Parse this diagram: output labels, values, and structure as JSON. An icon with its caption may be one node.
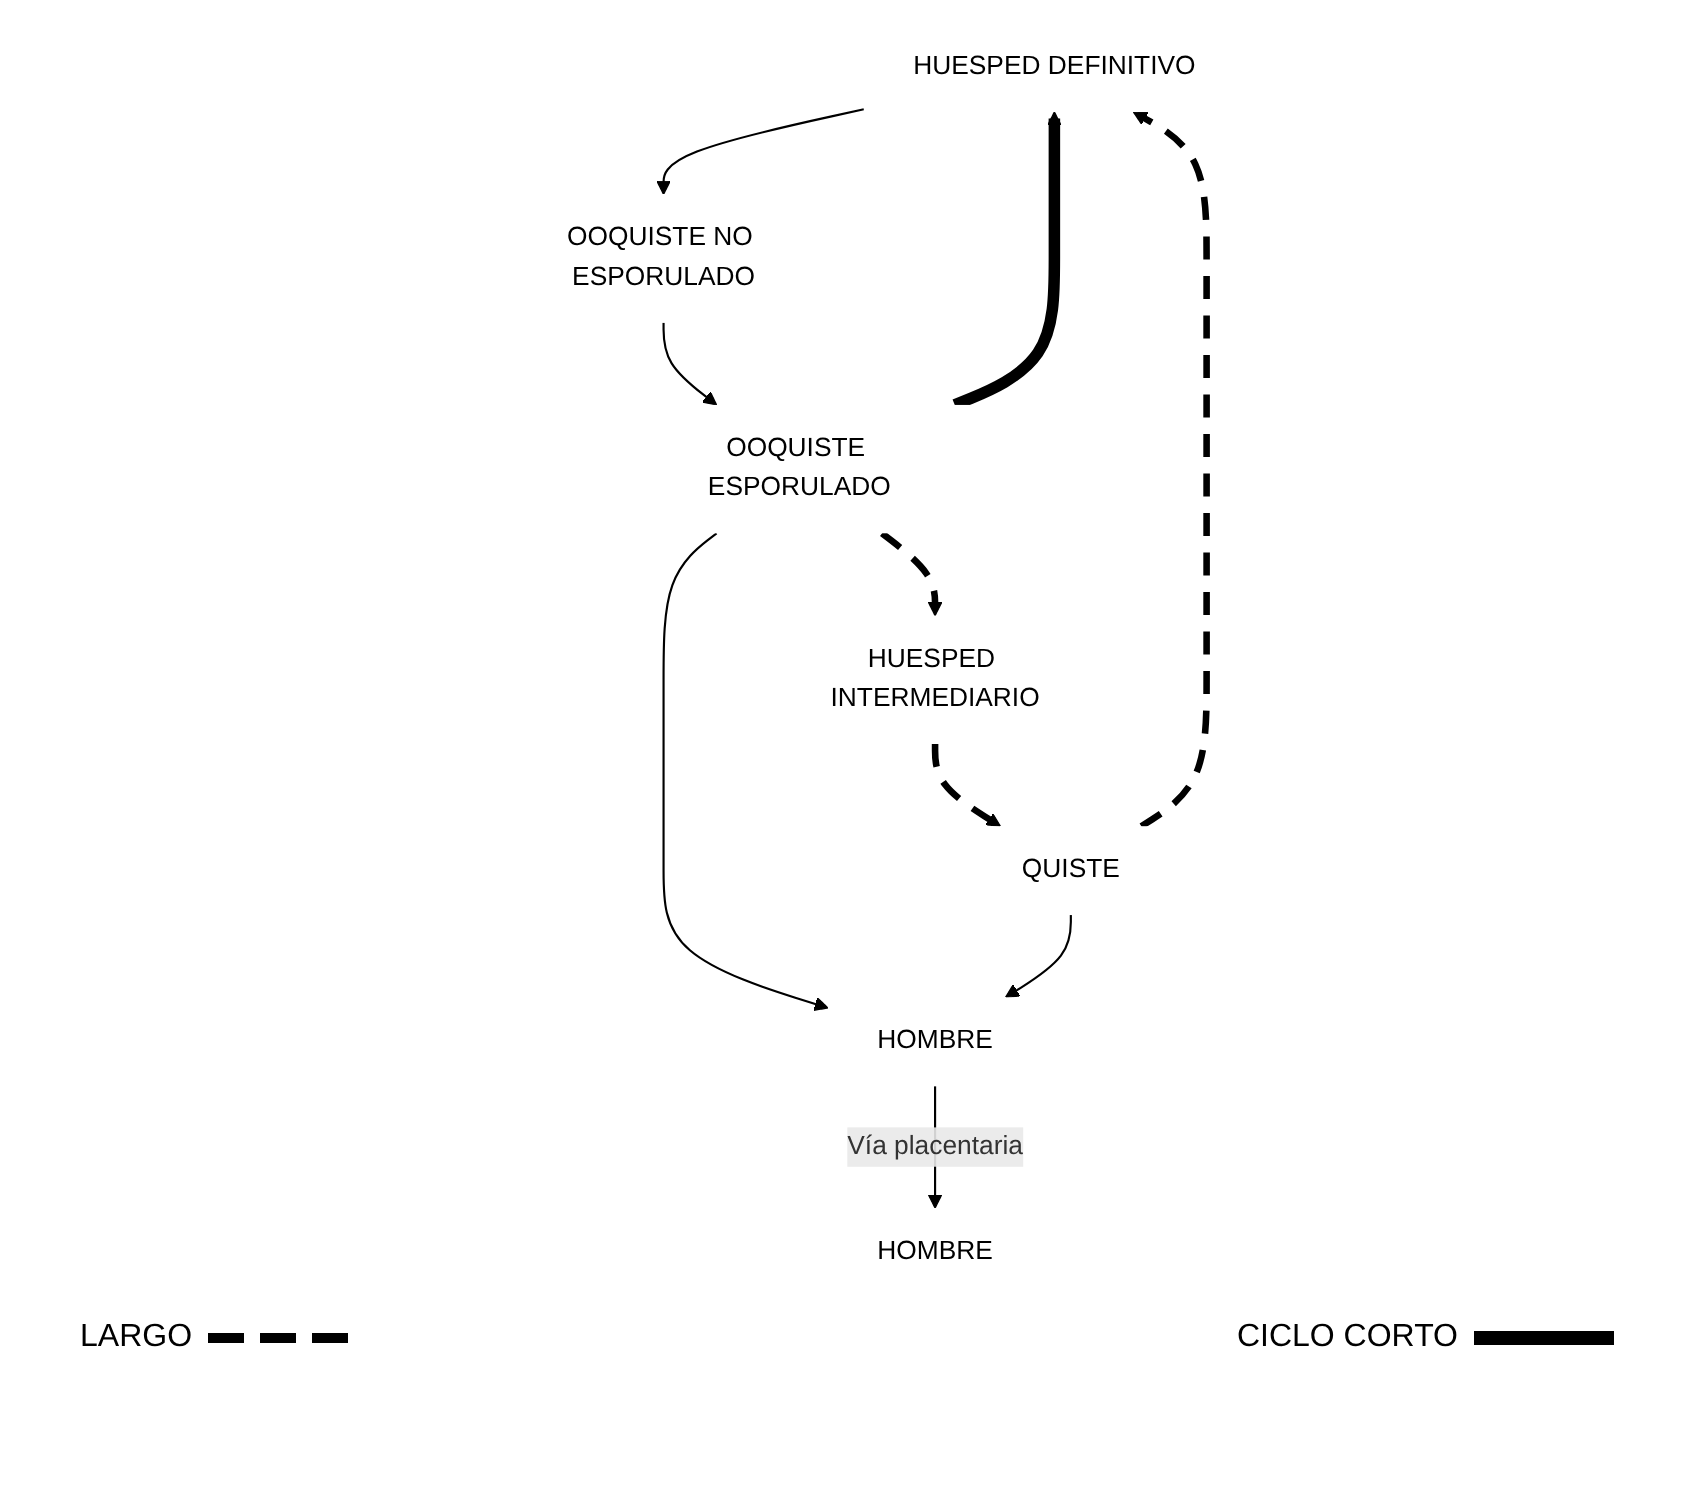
{
  "diagram": {
    "nodes": [
      {
        "text": [
          "HUESPED DEFINITIVO"
        ]
      },
      {
        "text": [
          "OOQUISTE NO ESPORULADO"
        ]
      },
      {
        "text": [
          "HOMBRE"
        ]
      },
      {
        "text": [
          "QUISTE"
        ]
      },
      {
        "text": [
          "OOQUISTE ESPORULADO"
        ]
      },
      {
        "text": [
          "HOMBRE"
        ]
      },
      {
        "text": [
          "HUESPED INTERMEDIARIO"
        ]
      }
    ],
    "edges": [
      {
        "from": 0,
        "to": 1,
        "arrow": "to"
      },
      {
        "from": 1,
        "to": 4,
        "arrow": "to"
      },
      {
        "from": 4,
        "to": 0,
        "arrow": "to",
        "style": "thick"
      },
      {
        "from": 3,
        "to": 2,
        "arrow": "to"
      },
      {
        "from": 4,
        "to": 2,
        "arrow": "to"
      },
      {
        "from": 2,
        "to": 5,
        "arrow": "to",
        "label": "Vía placentaria"
      },
      {
        "from": 4,
        "to": 6,
        "arrow": "to",
        "style": "dashed"
      },
      {
        "from": 6,
        "to": 3,
        "arrow": "to",
        "style": "dashed"
      },
      {
        "from": 3,
        "to": 0,
        "arrow": "to",
        "style": "dashed"
      }
    ],
    "legend": [
      {
        "text": "LARGO"
      },
      {
        "text": "CICLO CORTO"
      }
    ]
  }
}
